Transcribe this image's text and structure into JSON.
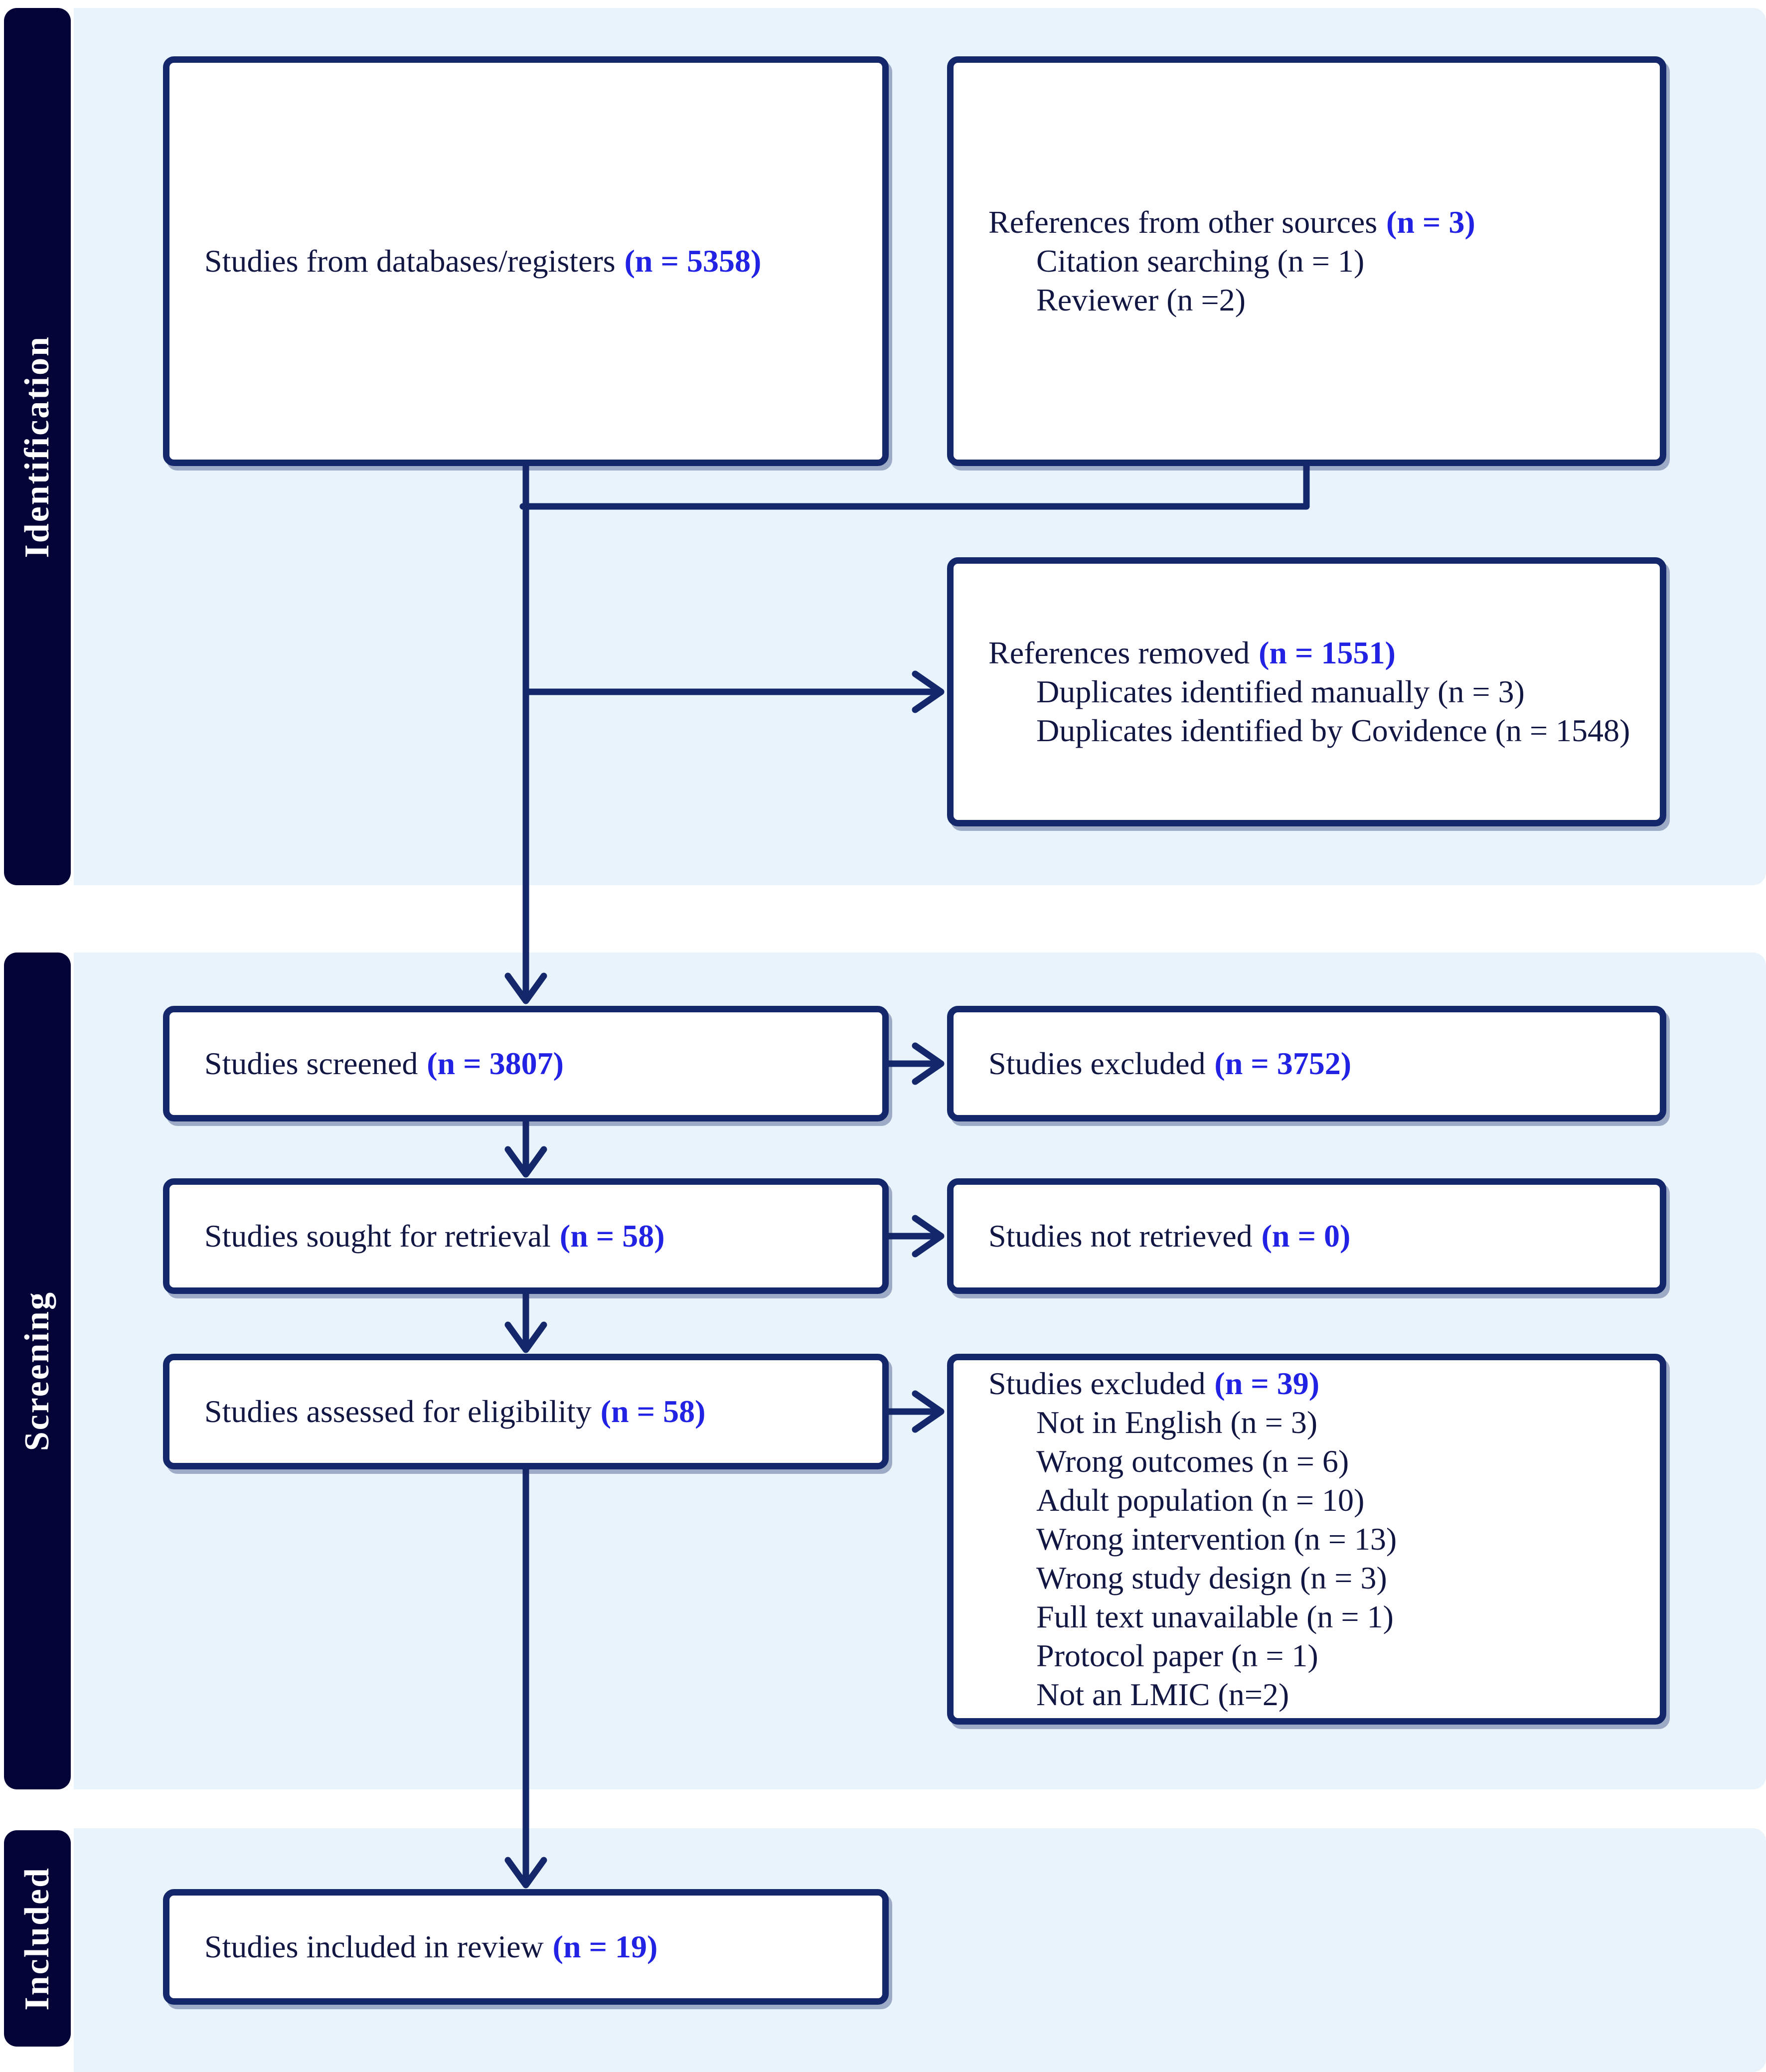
{
  "sidebar": {
    "identification": "Identification",
    "screening": "Screening",
    "included": "Included"
  },
  "boxes": {
    "databases": {
      "text": "Studies from databases/registers",
      "n": "(n = 5358)"
    },
    "other_sources": {
      "text": "References from other sources",
      "n": "(n = 3)",
      "items": [
        "Citation searching (n = 1)",
        "Reviewer (n =2)"
      ]
    },
    "references_removed": {
      "text": "References removed",
      "n": "(n = 1551)",
      "items": [
        "Duplicates identified manually (n = 3)",
        "Duplicates identified by Covidence (n = 1548)"
      ]
    },
    "screened": {
      "text": "Studies screened",
      "n": "(n = 3807)"
    },
    "excluded_screening": {
      "text": "Studies excluded",
      "n": "(n = 3752)"
    },
    "sought": {
      "text": "Studies sought for retrieval",
      "n": "(n = 58)"
    },
    "not_retrieved": {
      "text": "Studies not retrieved",
      "n": "(n = 0)"
    },
    "assessed": {
      "text": "Studies assessed for eligibility",
      "n": "(n = 58)"
    },
    "excluded_eligibility": {
      "text": "Studies excluded",
      "n": "(n = 39)",
      "items": [
        "Not in English (n = 3)",
        "Wrong outcomes (n = 6)",
        "Adult population (n = 10)",
        "Wrong intervention (n = 13)",
        "Wrong study design (n = 3)",
        "Full text unavailable (n = 1)",
        "Protocol paper (n = 1)",
        "Not an LMIC (n=2)"
      ]
    },
    "included_review": {
      "text": "Studies included in review",
      "n": "(n = 19)"
    }
  },
  "colors": {
    "band_background": "#e8f3fc",
    "sidebar_bar": "#030337",
    "box_border": "#14276b",
    "connector": "#14276b",
    "heading_text": "#121643",
    "count_blue": "#2222e4",
    "box_fill": "#ffffff"
  }
}
